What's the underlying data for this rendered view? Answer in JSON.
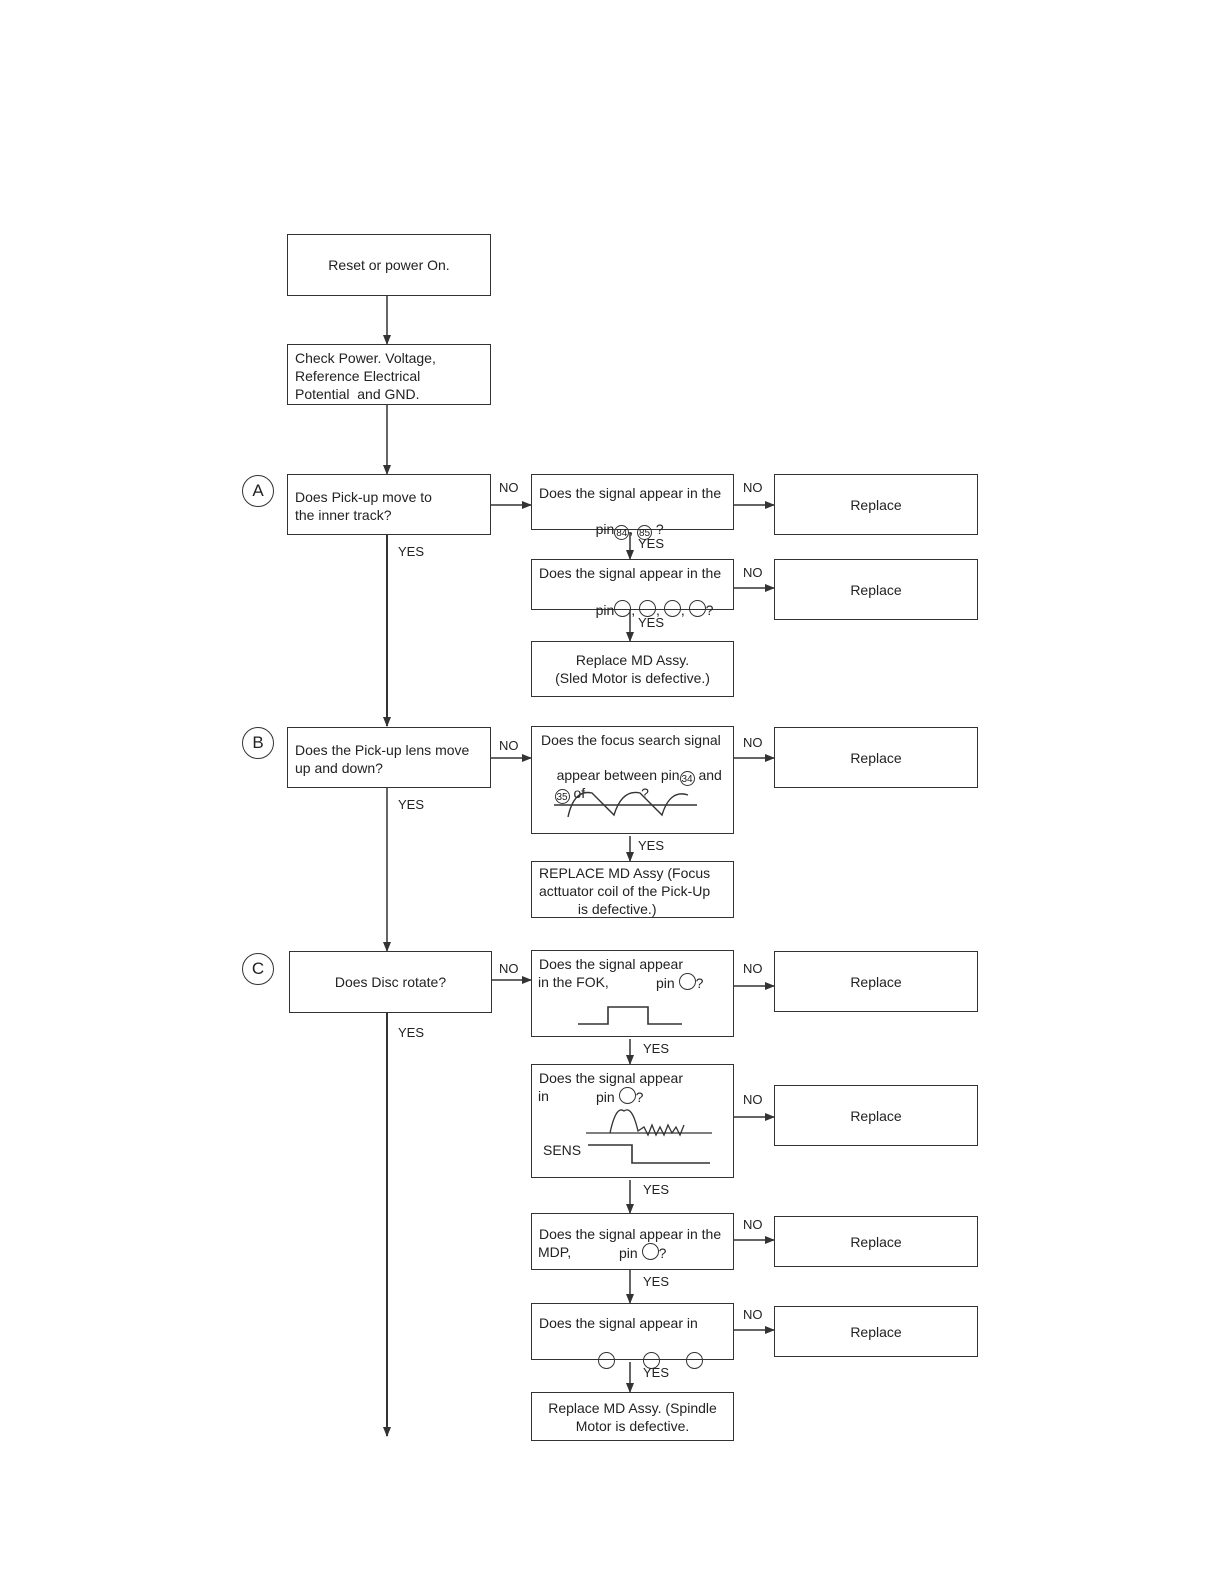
{
  "section_labels": {
    "a": "A",
    "b": "B",
    "c": "C"
  },
  "boxes": {
    "reset": "Reset or power On.",
    "check_power": "Check Power. Voltage,\nReference Electrical\nPotential  and GND.",
    "a_q": "Does Pick-up move to\nthe inner track?",
    "a_sig1": "Does the signal appear in the",
    "a_sig1_pin": "pin",
    "a_sig1_pins": [
      "84",
      "85"
    ],
    "a_sig2": "Does the signal appear in the",
    "a_sig2_pin": "pin",
    "a_repl_md": "Replace MD Assy.\n(Sled Motor is defective.)",
    "b_q": "Does the Pick-up lens move\nup and down?",
    "b_sig_line1": "Does the focus search signal",
    "b_sig_line2": "appear between pin",
    "b_sig_and": "and",
    "b_sig_of": "of",
    "b_sig_pins": [
      "34",
      "35"
    ],
    "b_repl_md": "REPLACE MD Assy (Focus\nacttuator coil of the Pick-Up\n          is defective.)",
    "c_q": "Does Disc rotate?",
    "c_sig1_line1": "Does the signal appear",
    "c_sig1_line2a": "in the FOK,",
    "c_sig1_line2b": "pin",
    "c_sig2_line1": "Does the signal appear",
    "c_sig2_line2a": "in",
    "c_sig2_line2b": "pin",
    "c_sig2_sens": "SENS",
    "c_sig3_line1": "Does the signal appear in the",
    "c_sig3_line2a": "MDP,",
    "c_sig3_line2b": "pin",
    "c_sig4_line1": "Does the signal appear in",
    "c_repl_md": "Replace MD Assy. (Spindle\nMotor is defective."
  },
  "replace_label": "Replace",
  "yes_label": "YES",
  "no_label": "NO",
  "question_mark": "?"
}
